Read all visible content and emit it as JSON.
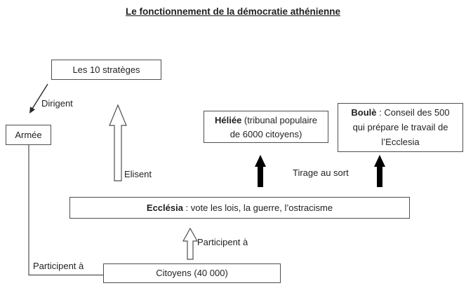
{
  "title": "Le fonctionnement de la démocratie athénienne",
  "boxes": {
    "strateges": {
      "label": "Les 10 stratèges"
    },
    "armee": {
      "label": "Armée"
    },
    "heliee": {
      "line1_bold": "Héliée",
      "line1_rest": " (tribunal populaire",
      "line2": "de 6000 citoyens)"
    },
    "boule": {
      "line1_bold": "Boulè",
      "line1_rest": " : Conseil des 500",
      "line2": "qui prépare le travail de",
      "line3": "l’Ecclesia"
    },
    "ecclesia": {
      "bold": "Ecclésia",
      "rest": " : vote les lois, la guerre, l’ostracisme"
    },
    "citoyens": {
      "label": "Citoyens (40 000)"
    }
  },
  "labels": {
    "dirigent": "Dirigent",
    "elisent": "Elisent",
    "tirage_au_sort": "Tirage au sort",
    "participent_ecclesia": "Participent à",
    "participent_armee": "Participent à"
  },
  "colors": {
    "background": "#ffffff",
    "border": "#4f4f4f",
    "text": "#1f1f1f",
    "solid_arrow": "#000000"
  }
}
